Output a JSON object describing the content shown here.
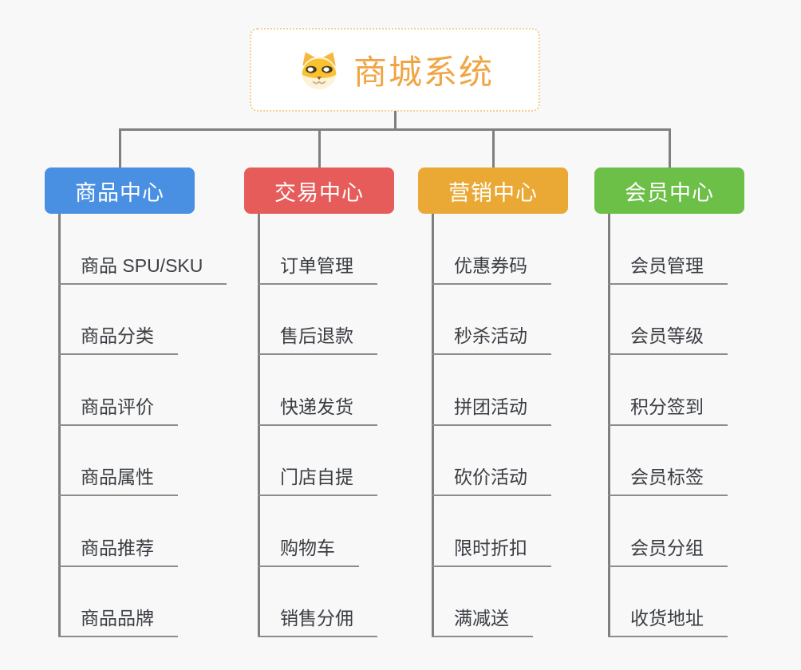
{
  "root": {
    "title": "商城系统",
    "icon": "dog-face-icon",
    "title_color": "#f0a544",
    "border_color": "#f4cd92"
  },
  "tree": {
    "branches": [
      {
        "label": "商品中心",
        "color": "#4a90e2",
        "children": [
          "商品 SPU/SKU",
          "商品分类",
          "商品评价",
          "商品属性",
          "商品推荐",
          "商品品牌"
        ]
      },
      {
        "label": "交易中心",
        "color": "#e65c5b",
        "children": [
          "订单管理",
          "售后退款",
          "快递发货",
          "门店自提",
          "购物车",
          "销售分佣"
        ]
      },
      {
        "label": "营销中心",
        "color": "#eaa935",
        "children": [
          "优惠券码",
          "秒杀活动",
          "拼团活动",
          "砍价活动",
          "限时折扣",
          "满减送"
        ]
      },
      {
        "label": "会员中心",
        "color": "#6cbf47",
        "children": [
          "会员管理",
          "会员等级",
          "积分签到",
          "会员标签",
          "会员分组",
          "收货地址"
        ]
      }
    ]
  },
  "colors": {
    "background": "#f8f8f8",
    "connector": "#7f7f7f",
    "leaf_underline": "#8c8c8c",
    "leaf_text": "#3a3d42"
  }
}
